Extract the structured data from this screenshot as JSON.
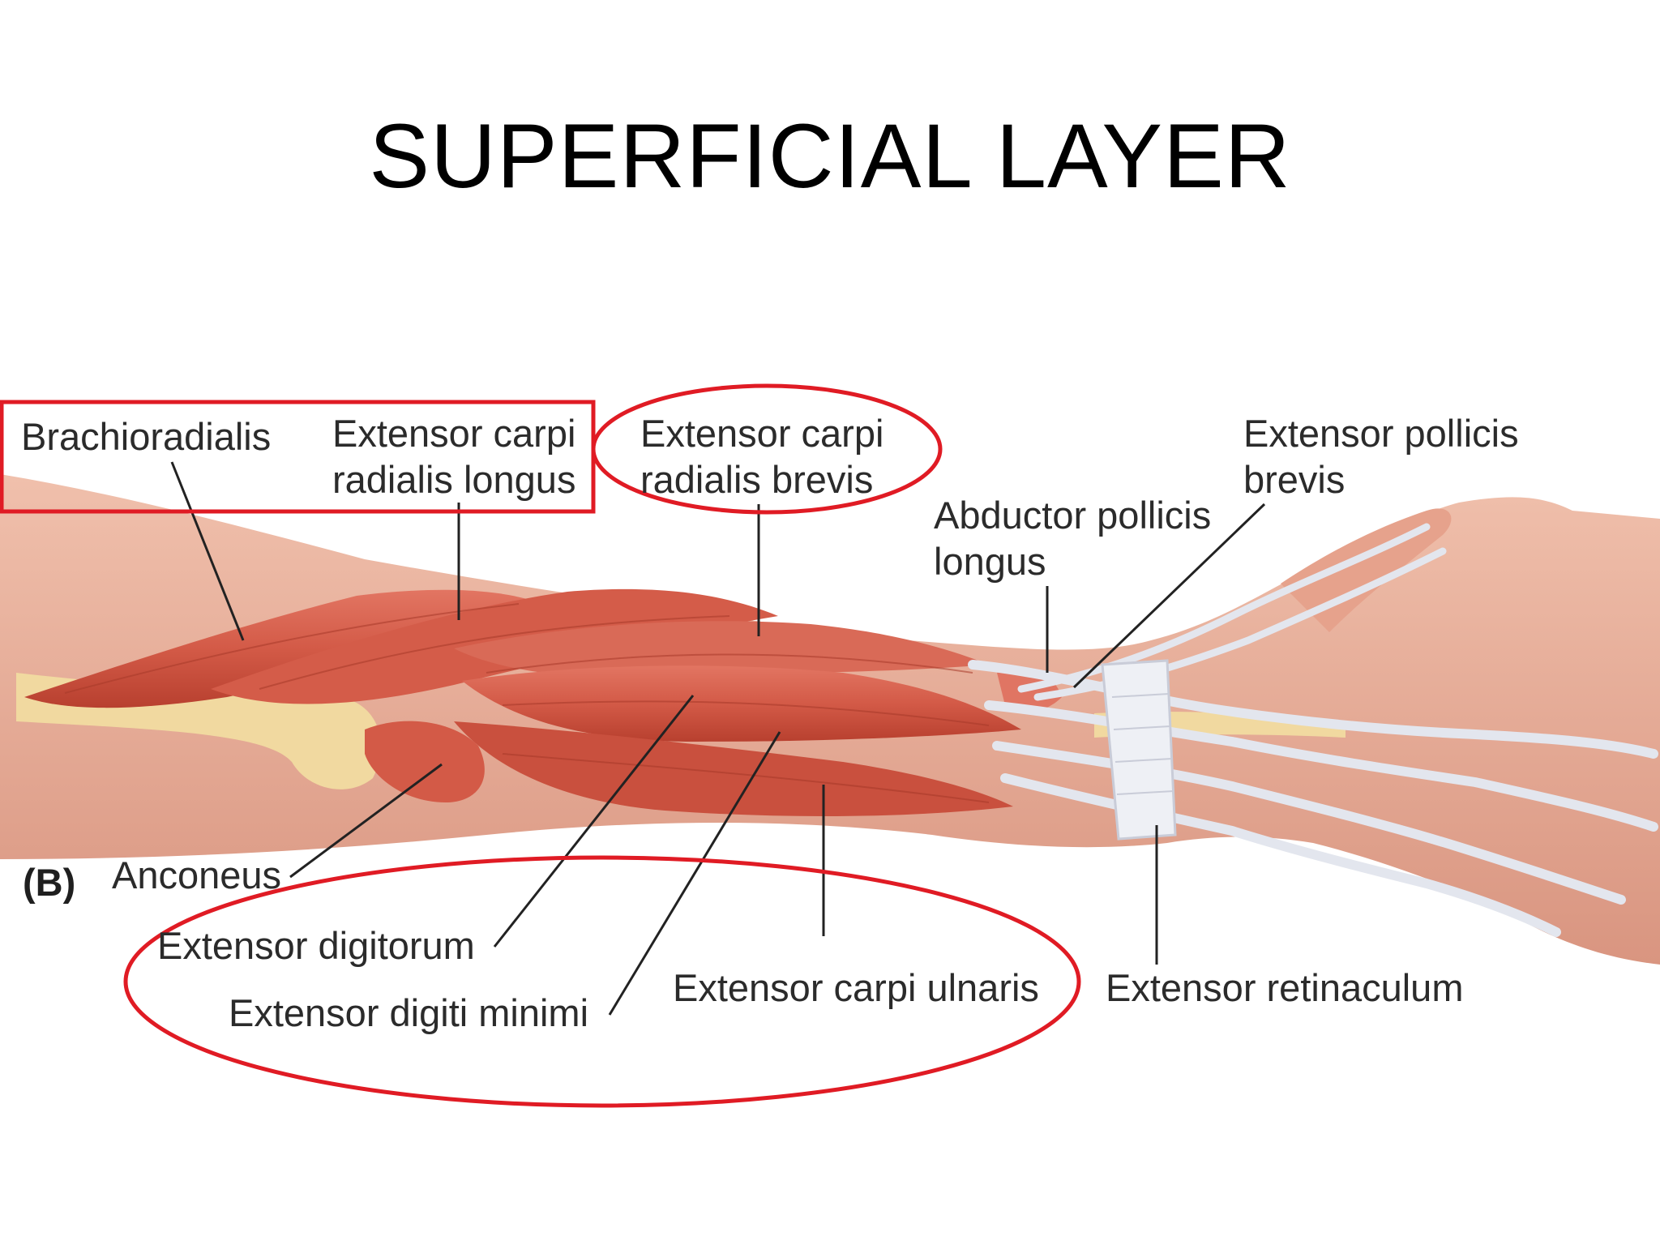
{
  "slide": {
    "title": "SUPERFICIAL LAYER"
  },
  "figure": {
    "panel_letter": "(B)",
    "labels": {
      "brachioradialis": [
        "Brachioradialis"
      ],
      "ecrl": [
        "Extensor carpi",
        "radialis longus"
      ],
      "ecrb": [
        "Extensor carpi",
        "radialis brevis"
      ],
      "apl": [
        "Abductor pollicis",
        "longus"
      ],
      "epb": [
        "Extensor pollicis",
        "brevis"
      ],
      "anconeus": [
        "Anconeus"
      ],
      "ed": [
        "Extensor digitorum"
      ],
      "edm": [
        "Extensor digiti minimi"
      ],
      "ecu": [
        "Extensor carpi ulnaris"
      ],
      "retinaculum": [
        "Extensor retinaculum"
      ]
    },
    "colors": {
      "highlight": "#e01b24",
      "muscle": "#d9604e",
      "muscle_dark": "#b8402f",
      "tendon": "#e3e6ee",
      "bone": "#f1d9a0",
      "skin": "#e9a894",
      "leader": "#222222"
    }
  }
}
